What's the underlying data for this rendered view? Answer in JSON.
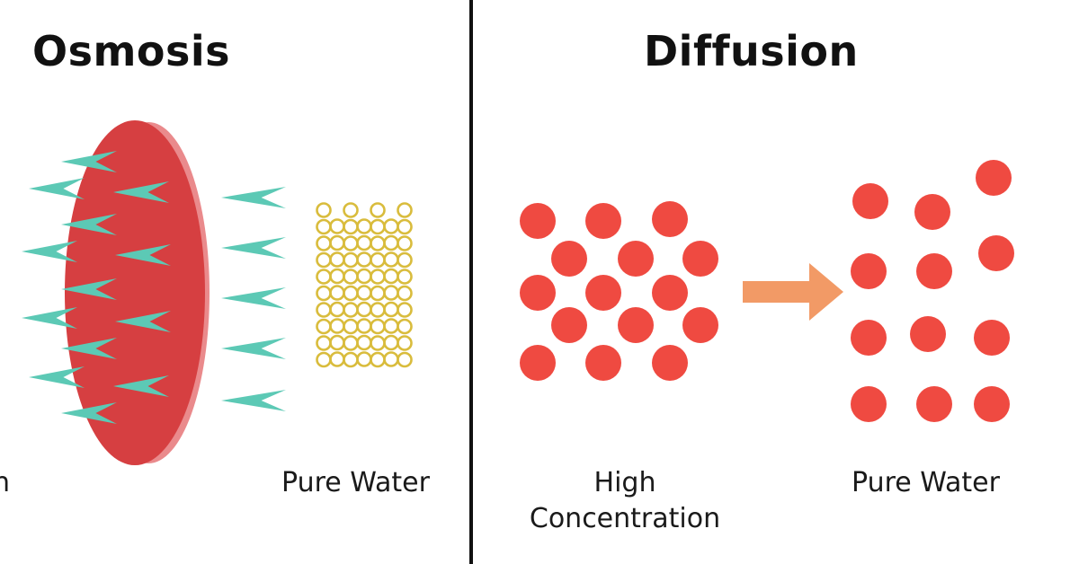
{
  "colors": {
    "background": "#ffffff",
    "divider": "#111111",
    "membrane_face": "#d63f41",
    "membrane_edge": "#ea8a8c",
    "arrow_teal": "#5cc9b5",
    "water_ring": "#d9bc3c",
    "particle_red": "#ef4a41",
    "diffusion_arrow": "#f29a66"
  },
  "osmosis": {
    "title": "Osmosis",
    "cut_label": "n",
    "right_label": "Pure Water"
  },
  "diffusion": {
    "title": "Diffusion",
    "left_label_line1": "High",
    "left_label_line2": "Concentration",
    "right_label": "Pure Water"
  },
  "icons": {
    "membrane": "cell-membrane-icon",
    "arrow": "left-arrow-icon",
    "water": "water-molecule-icon",
    "particle": "particle-icon",
    "diffusion_arrow": "right-arrow-icon"
  }
}
